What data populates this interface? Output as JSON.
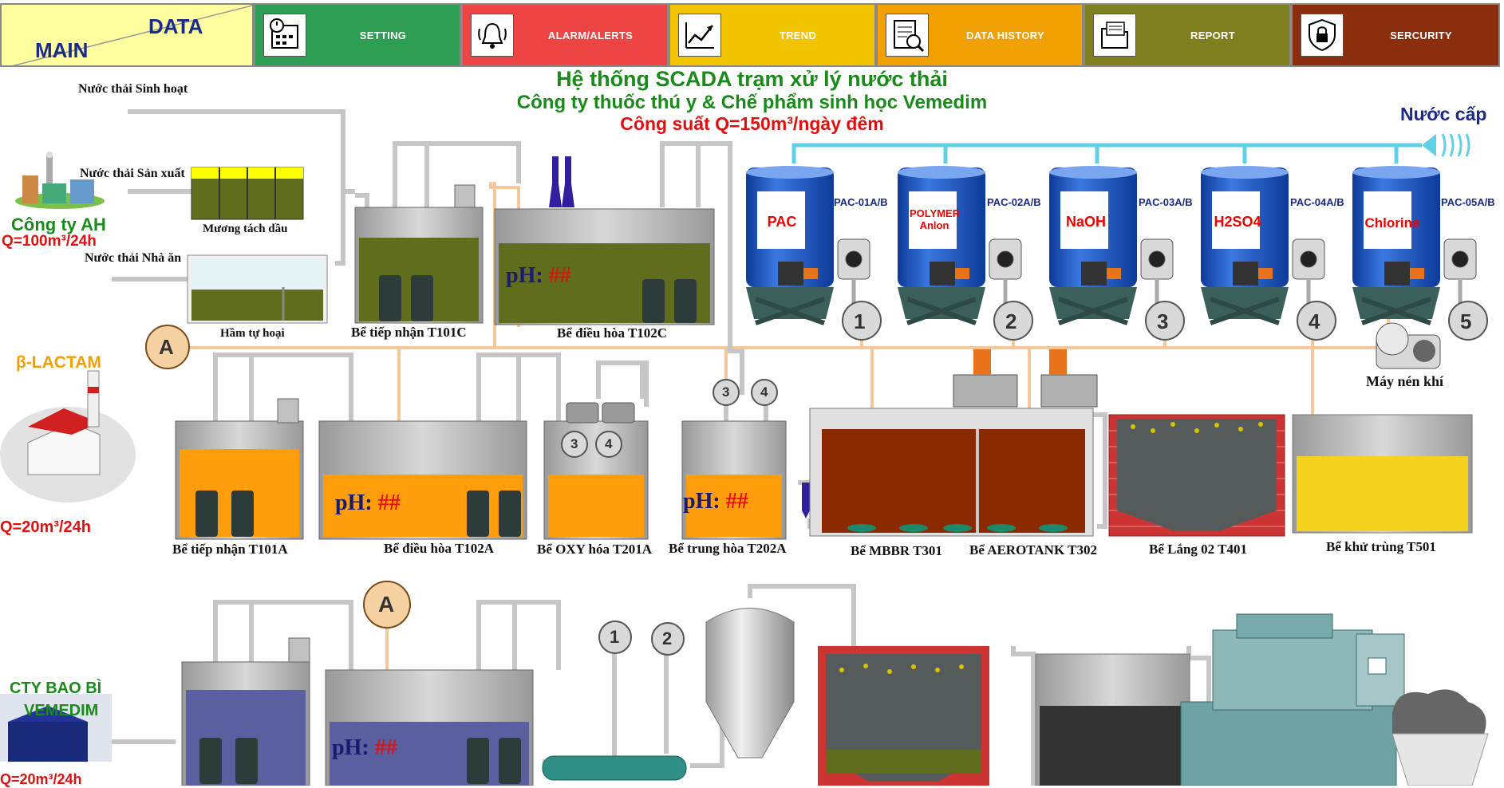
{
  "header": {
    "main_label": "MAIN",
    "data_label": "DATA"
  },
  "nav": [
    {
      "label": "SETTING",
      "icon": "calendar-clock-icon",
      "color": "#2e9e55"
    },
    {
      "label": "ALARM/ALERTS",
      "icon": "alarm-bell-icon",
      "color": "#ee4444"
    },
    {
      "label": "TREND",
      "icon": "trend-chart-icon",
      "color": "#f2c400"
    },
    {
      "label": "DATA HISTORY",
      "icon": "data-history-icon",
      "color": "#f0a000"
    },
    {
      "label": "REPORT",
      "icon": "report-icon",
      "color": "#7f7f1f"
    },
    {
      "label": "SERCURITY",
      "icon": "lock-icon",
      "color": "#8b2e0e"
    }
  ],
  "title": {
    "line1": "Hệ thống SCADA trạm xử lý nước thải",
    "line2": "Công ty thuốc thú y & Chế phẩm sinh học Vemedim",
    "line3": "Công suất Q=150m³/ngày đêm"
  },
  "sources": {
    "sinh_hoat": "Nước thải Sinh hoạt",
    "san_xuat": "Nước thải Sản xuất",
    "nha_an": "Nước thải Nhà ăn",
    "nuoc_cap": "Nước cấp"
  },
  "companies": {
    "ah_name": "Công ty AH",
    "ah_flow": "Q=100m³/24h",
    "lactam_name": "β-LACTAM",
    "lactam_flow": "Q=20m³/24h",
    "baobi_line1": "CTY BAO BÌ",
    "baobi_line2": "VEMEDIM",
    "baobi_flow": "Q=20m³/24h"
  },
  "tanks": {
    "muong_tach_dau": "Mương tách dầu",
    "ham_tu_hoai": "Hầm tự hoại",
    "t101c": "Bể tiếp nhận T101C",
    "t102c": "Bể điều hòa T102C",
    "t101a": "Bể tiếp nhận T101A",
    "t102a": "Bể điều hòa T102A",
    "t201a": "Bể OXY hóa T201A",
    "t202a": "Bể trung hòa T202A",
    "t301": "Bể MBBR T301",
    "t302": "Bể AEROTANK T302",
    "t401": "Bể Lắng 02 T401",
    "t501": "Bể khử trùng T501",
    "may_nen_khi": "Máy nén khí"
  },
  "ph": {
    "label": "pH:",
    "t102c": "##",
    "t102a": "##",
    "t202a": "##",
    "bottom": "##"
  },
  "chemicals": [
    {
      "name": "PAC",
      "pump": "PAC-01A/B",
      "num": "1"
    },
    {
      "name": "POLYMER Anlon",
      "pump": "PAC-02A/B",
      "num": "2"
    },
    {
      "name": "NaOH",
      "pump": "PAC-03A/B",
      "num": "3"
    },
    {
      "name": "H2SO4",
      "pump": "PAC-04A/B",
      "num": "4"
    },
    {
      "name": "Chlorine",
      "pump": "PAC-05A/B",
      "num": "5"
    }
  ],
  "connectors": {
    "a": "A",
    "n1": "1",
    "n2": "2",
    "n3": "3",
    "n4": "4"
  },
  "colors": {
    "title_green": "#1a8a1a",
    "title_red": "#e01010",
    "olive": "#5f6d1c",
    "orange": "#ff9d0a",
    "brown": "#8b2a00",
    "yellow": "#f5d21e",
    "purple": "#5a5fa0",
    "grey_tank": "#555b5b",
    "blue_tank": "#1f5fc7"
  }
}
